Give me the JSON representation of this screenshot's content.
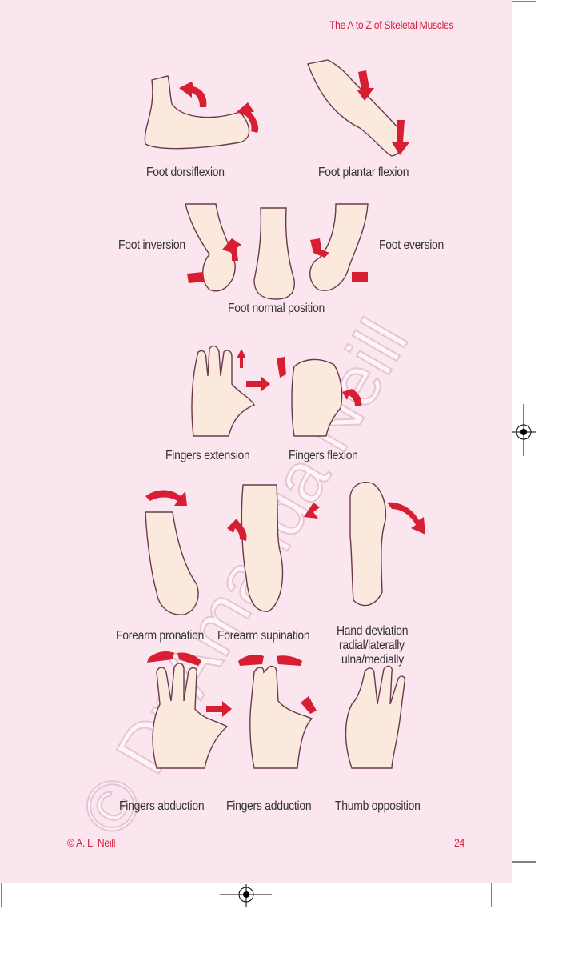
{
  "header": {
    "running_title": "The A to Z of Skeletal Muscles"
  },
  "watermark": {
    "text": "© Dr Amanda Neill"
  },
  "labels": {
    "foot_dorsiflexion": "Foot dorsiflexion",
    "foot_plantar_flexion": "Foot plantar flexion",
    "foot_inversion": "Foot inversion",
    "foot_eversion": "Foot eversion",
    "foot_normal_position": "Foot normal position",
    "fingers_extension": "Fingers extension",
    "fingers_flexion": "Fingers flexion",
    "forearm_pronation": "Forearm pronation",
    "forearm_supination": "Forearm supination",
    "hand_deviation_line1": "Hand deviation",
    "hand_deviation_line2": "radial/laterally",
    "hand_deviation_line3": "ulna/medially",
    "fingers_abduction": "Fingers abduction",
    "fingers_adduction": "Fingers adduction",
    "thumb_opposition": "Thumb opposition"
  },
  "footer": {
    "copyright": "© A. L. Neill",
    "page_number": "24"
  },
  "colors": {
    "page_background": "#fbe6ef",
    "accent": "#d4203f",
    "arrow": "#d81e33"
  }
}
